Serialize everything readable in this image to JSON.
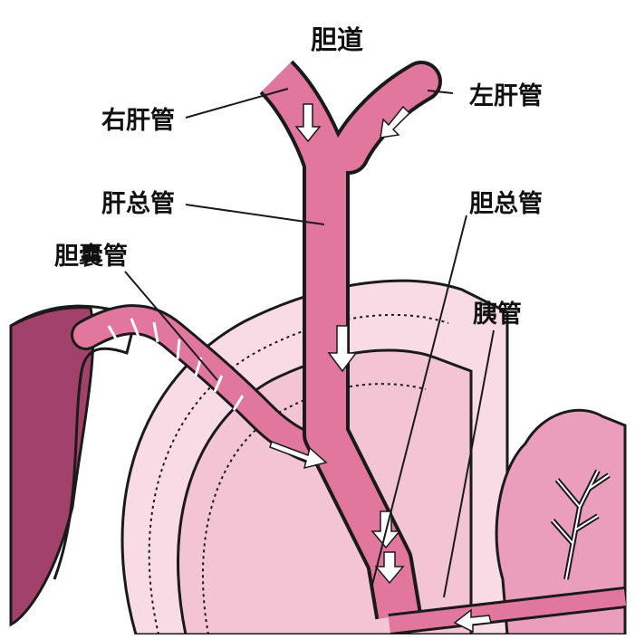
{
  "title": "胆道",
  "labels": {
    "right_hepatic_duct": "右肝管",
    "left_hepatic_duct": "左肝管",
    "common_hepatic_duct": "肝总管",
    "common_bile_duct": "胆总管",
    "cystic_duct": "胆囊管",
    "pancreatic_duct": "胰管"
  },
  "colors": {
    "duct": "#e2779d",
    "duct_dark": "#b9406c",
    "gallbladder": "#a2416a",
    "duodenum_light": "#f8dbe4",
    "duodenum_inner": "#f3c4d3",
    "pancreas": "#eb9ebb",
    "outline": "#1a1a1a",
    "arrow": "#ffffff"
  }
}
